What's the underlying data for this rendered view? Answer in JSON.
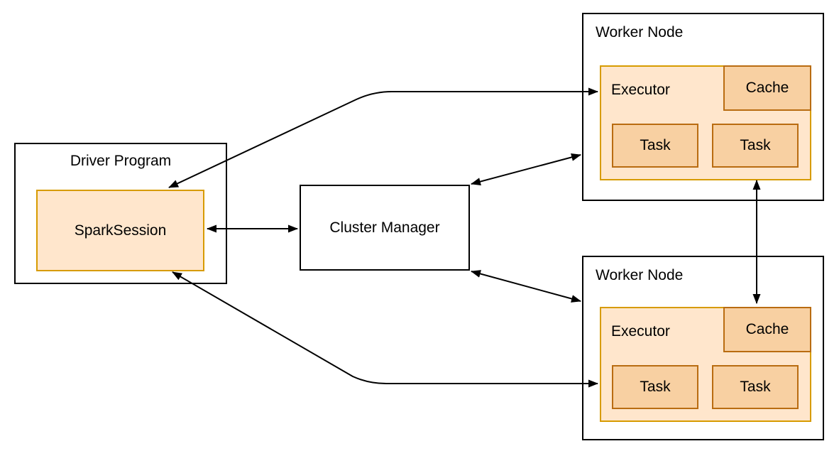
{
  "driver": {
    "title": "Driver Program",
    "spark_session_label": "SparkSession"
  },
  "cluster_manager": {
    "label": "Cluster Manager"
  },
  "workers": [
    {
      "title": "Worker Node",
      "executor_label": "Executor",
      "cache_label": "Cache",
      "task_labels": [
        "Task",
        "Task"
      ]
    },
    {
      "title": "Worker Node",
      "executor_label": "Executor",
      "cache_label": "Cache",
      "task_labels": [
        "Task",
        "Task"
      ]
    }
  ],
  "connections": [
    {
      "from": "SparkSession",
      "to": "Cluster Manager",
      "bidirectional": true
    },
    {
      "from": "Cluster Manager",
      "to": "Worker Node (top)",
      "bidirectional": true
    },
    {
      "from": "Cluster Manager",
      "to": "Worker Node (bottom)",
      "bidirectional": true
    },
    {
      "from": "SparkSession",
      "to": "Executor (top worker)",
      "bidirectional": true
    },
    {
      "from": "SparkSession",
      "to": "Executor (bottom worker)",
      "bidirectional": true
    },
    {
      "from": "Executor (top worker)",
      "to": "Cache (bottom worker)",
      "bidirectional": true
    }
  ],
  "colors": {
    "background": "#FFFFFF",
    "outer_box_stroke": "#000000",
    "light_orange_fill": "#FFE6CC",
    "light_orange_stroke": "#D79B00",
    "dark_orange_fill": "#F8D0A2",
    "dark_orange_stroke": "#B96C11",
    "arrow": "#000000",
    "text": "#000000"
  }
}
